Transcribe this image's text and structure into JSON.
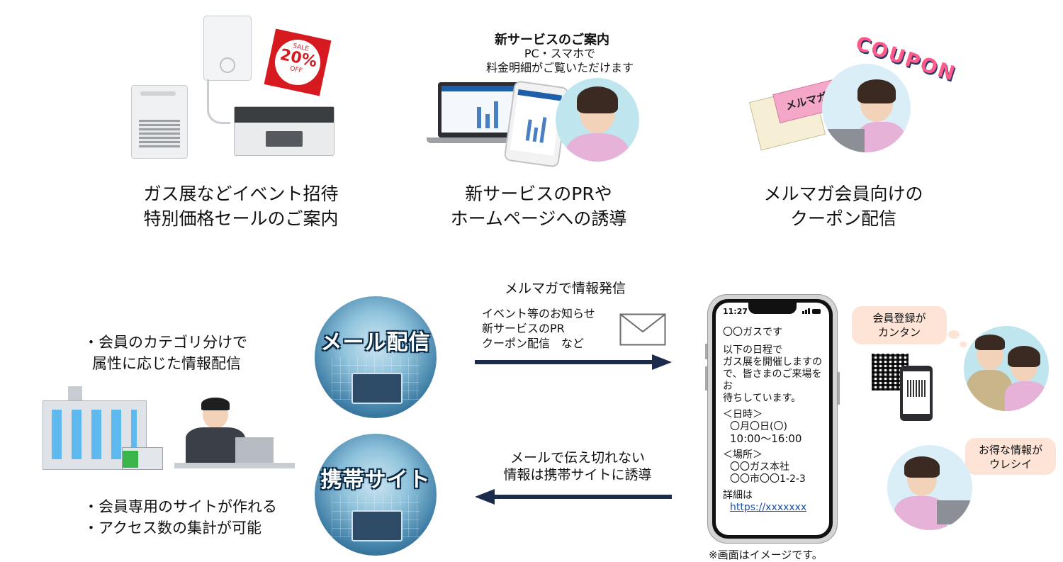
{
  "top": {
    "item1": {
      "caption_line1": "ガス展などイベント招待",
      "caption_line2": "特別価格セールのご案内",
      "sale_tag": {
        "small_top": "SALE",
        "value": "20%",
        "small_bottom": "OFF"
      }
    },
    "item2": {
      "heading": "新サービスのご案内",
      "sub_line1": "PC・スマホで",
      "sub_line2": "料金明細がご覧いただけます",
      "caption_line1": "新サービスのPRや",
      "caption_line2": "ホームページへの誘導"
    },
    "item3": {
      "envelope_label": "メルマガ",
      "coupon_text": "COUPON",
      "caption_line1": "メルマガ会員向けの",
      "caption_line2": "クーポン配信"
    }
  },
  "left": {
    "bullet1_line1": "・会員のカテゴリ分けで",
    "bullet1_line2": "属性に応じた情報配信",
    "bullet2_line1": "・会員専用のサイトが作れる",
    "bullet2_line2": "・アクセス数の集計が可能"
  },
  "badges": {
    "mail": "メール配信",
    "mobile": "携帯サイト"
  },
  "flow": {
    "top_title": "メルマガで情報発信",
    "top_list_line1": "イベント等のお知らせ",
    "top_list_line2": "新サービスのPR",
    "top_list_line3": "クーポン配信　など",
    "bottom_line1": "メールで伝え切れない",
    "bottom_line2": "情報は携帯サイトに誘導"
  },
  "phone": {
    "time": "11:27",
    "sender": "〇〇ガスです",
    "body_line1": "以下の日程で",
    "body_line2": "ガス展を開催しますの",
    "body_line3": "で、皆さまのご来場をお",
    "body_line4": "待ちしています。",
    "date_label": "＜日時＞",
    "date_value": "〇月〇日(〇)",
    "time_value": "10:00〜16:00",
    "place_label": "＜場所＞",
    "place_name": "〇〇ガス本社",
    "place_address": "〇〇市〇〇1-2-3",
    "details_label": "詳細は",
    "link": "https://xxxxxxx",
    "footnote": "※画面はイメージです。"
  },
  "bubbles": {
    "register_line1": "会員登録が",
    "register_line2": "カンタン",
    "deal_line1": "お得な情報が",
    "deal_line2": "ウレシイ"
  },
  "colors": {
    "arrow": "#1a2b4c",
    "bubble": "#fde4d6",
    "link": "#1e4fa8",
    "phone_frame": "#d4d4d4"
  }
}
